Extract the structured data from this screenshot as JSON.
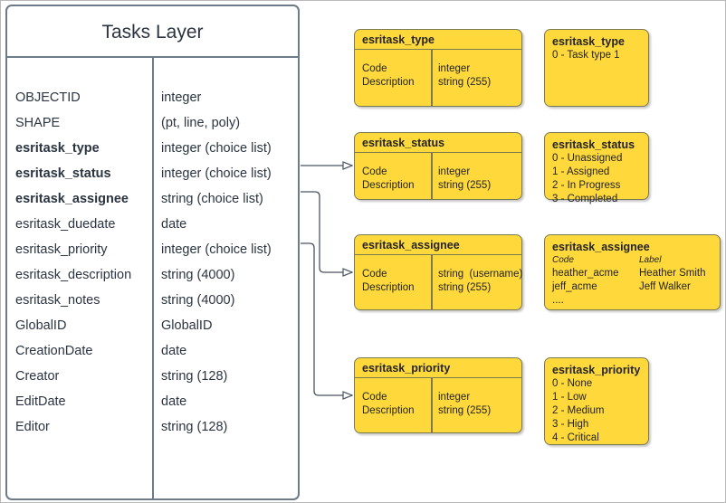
{
  "entity": {
    "title": "Tasks Layer",
    "fields": [
      {
        "name": "OBJECTID",
        "type": "integer",
        "bold": false
      },
      {
        "name": "SHAPE",
        "type": "(pt, line, poly)",
        "bold": false
      },
      {
        "name": "esritask_type",
        "type": "integer (choice list)",
        "bold": true
      },
      {
        "name": "esritask_status",
        "type": "integer (choice list)",
        "bold": true
      },
      {
        "name": "esritask_assignee",
        "type": "string (choice list)",
        "bold": true
      },
      {
        "name": "esritask_duedate",
        "type": "date",
        "bold": false
      },
      {
        "name": "esritask_priority",
        "type": "integer (choice list)",
        "bold": false
      },
      {
        "name": "esritask_description",
        "type": "string (4000)",
        "bold": false
      },
      {
        "name": "esritask_notes",
        "type": "string (4000)",
        "bold": false
      },
      {
        "name": "GlobalID",
        "type": "GlobalID",
        "bold": false
      },
      {
        "name": "CreationDate",
        "type": "date",
        "bold": false
      },
      {
        "name": "Creator",
        "type": "string (128)",
        "bold": false
      },
      {
        "name": "EditDate",
        "type": "date",
        "bold": false
      },
      {
        "name": "Editor",
        "type": "string (128)",
        "bold": false
      }
    ]
  },
  "domain_tables": [
    {
      "title": "esritask_type",
      "col_a": "Code\nDescription",
      "col_b": "integer\nstring (255)"
    },
    {
      "title": "esritask_status",
      "col_a": "Code\nDescription",
      "col_b": "integer\nstring (255)"
    },
    {
      "title": "esritask_assignee",
      "col_a": "Code\nDescription",
      "col_b": "string  (username)\nstring (255)"
    },
    {
      "title": "esritask_priority",
      "col_a": "Code\nDescription",
      "col_b": "integer\nstring (255)"
    }
  ],
  "value_lists": {
    "type": {
      "title": "esritask_type",
      "items": [
        "0 - Task type 1"
      ]
    },
    "status": {
      "title": "esritask_status",
      "items": [
        "0 - Unassigned",
        "1 - Assigned",
        "2 - In Progress",
        "3 - Completed"
      ]
    },
    "assignee": {
      "title": "esritask_assignee",
      "head_code": "Code",
      "head_label": "Label",
      "rows": [
        {
          "code": "heather_acme",
          "label": "Heather Smith"
        },
        {
          "code": "jeff_acme",
          "label": "Jeff Walker"
        },
        {
          "code": "....",
          "label": ""
        }
      ]
    },
    "priority": {
      "title": "esritask_priority",
      "items": [
        "0 - None",
        "1 - Low",
        "2 - Medium",
        "3 - High",
        "4 - Critical"
      ]
    }
  },
  "colors": {
    "domain_fill": "#ffd93b",
    "domain_stroke": "#7d7a52",
    "entity_stroke": "#6c7a89",
    "text": "#2b3441",
    "page_border": "#b9b9b9"
  }
}
